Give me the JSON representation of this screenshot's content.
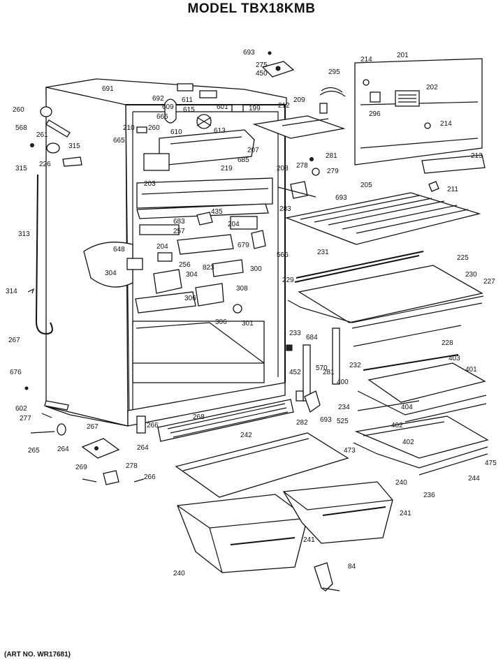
{
  "title": "MODEL TBX18KMB",
  "art_number": "(ART NO. WR17681)",
  "part_labels": [
    "693",
    "275",
    "450",
    "295",
    "214",
    "201",
    "691",
    "692",
    "611",
    "601",
    "609",
    "202",
    "260",
    "665",
    "615",
    "199",
    "209",
    "212",
    "568",
    "261",
    "210",
    "260",
    "610",
    "613",
    "296",
    "214",
    "315",
    "665",
    "207",
    "315",
    "226",
    "685",
    "281",
    "219",
    "203",
    "278",
    "279",
    "693",
    "211",
    "213",
    "203",
    "283",
    "205",
    "435",
    "204",
    "683",
    "257",
    "679",
    "313",
    "648",
    "204",
    "300",
    "566",
    "256",
    "823",
    "231",
    "225",
    "304",
    "304",
    "306",
    "308",
    "230",
    "229",
    "227",
    "314",
    "306",
    "301",
    "233",
    "684",
    "228",
    "267",
    "281",
    "570",
    "232",
    "403",
    "401",
    "676",
    "452",
    "400",
    "404",
    "602",
    "234",
    "277",
    "264",
    "282",
    "693",
    "525",
    "402",
    "267",
    "265",
    "264",
    "268",
    "266",
    "402",
    "242",
    "473",
    "475",
    "269",
    "278",
    "266",
    "244",
    "236",
    "240",
    "241",
    "241",
    "240",
    "84"
  ]
}
